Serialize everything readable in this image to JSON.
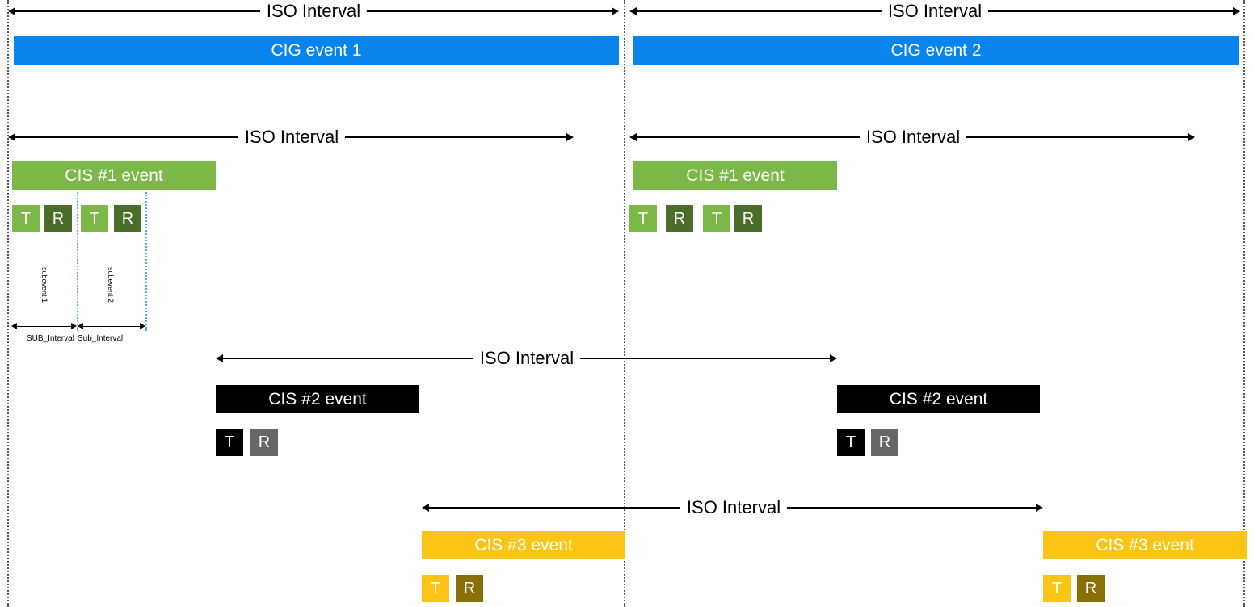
{
  "cig_events": [
    {
      "label": "CIG event 1",
      "color": "#0a84ed"
    },
    {
      "label": "CIG event 2",
      "color": "#0a84ed"
    }
  ],
  "iso_interval_label": "ISO Interval",
  "cis1": {
    "event_label": "CIS #1 event",
    "color": "#7cb848",
    "tx_color": "#7cb848",
    "rx_color": "#4a6e2a",
    "tx_label": "T",
    "rx_label": "R"
  },
  "cis2": {
    "event_label": "CIS #2 event",
    "color": "#000000",
    "tx_color": "#000000",
    "rx_color": "#666666",
    "tx_label": "T",
    "rx_label": "R"
  },
  "cis3": {
    "event_label": "CIS #3 event",
    "color": "#fcc516",
    "tx_color": "#fcc516",
    "rx_color": "#8a6e08",
    "tx_label": "T",
    "rx_label": "R"
  },
  "subevents": [
    "subevent 1",
    "subevent 2"
  ],
  "sub_interval_labels": [
    "SUB_Interval",
    "Sub_Interval"
  ]
}
